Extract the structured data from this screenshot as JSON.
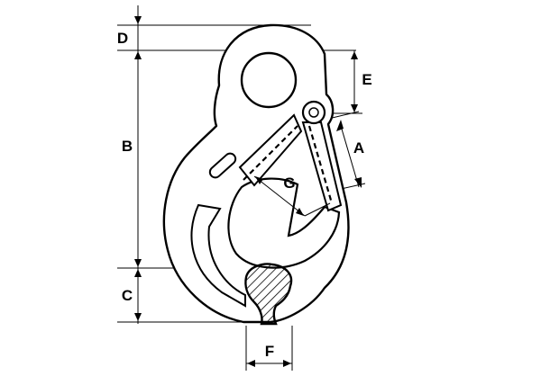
{
  "diagram": {
    "labels": {
      "D": "D",
      "E": "E",
      "B": "B",
      "A": "A",
      "G": "G",
      "C": "C",
      "F": "F"
    },
    "colors": {
      "ink": "#000000",
      "paper": "#ffffff"
    }
  }
}
